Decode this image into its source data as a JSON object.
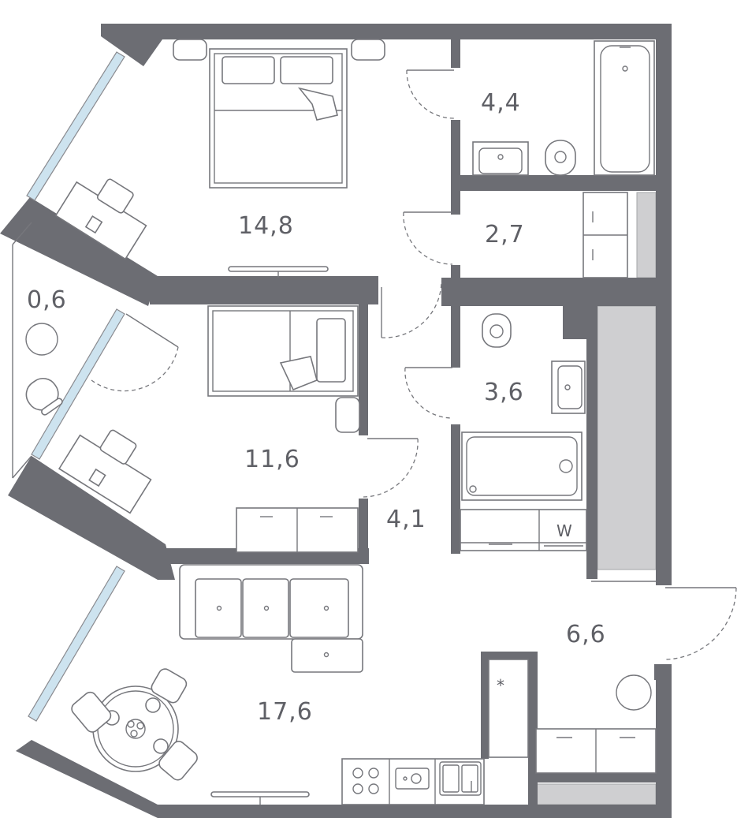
{
  "rooms": {
    "bedroom_1": "14,8",
    "bathroom_1": "4,4",
    "storage": "2,7",
    "balcony": "0,6",
    "bedroom_2": "11,6",
    "bathroom_2": "3,6",
    "corridor": "4,1",
    "hall": "6,6",
    "living_kitchen": "17,6"
  },
  "appliances": {
    "washer_label": "W",
    "fridge_symbol": "*"
  }
}
